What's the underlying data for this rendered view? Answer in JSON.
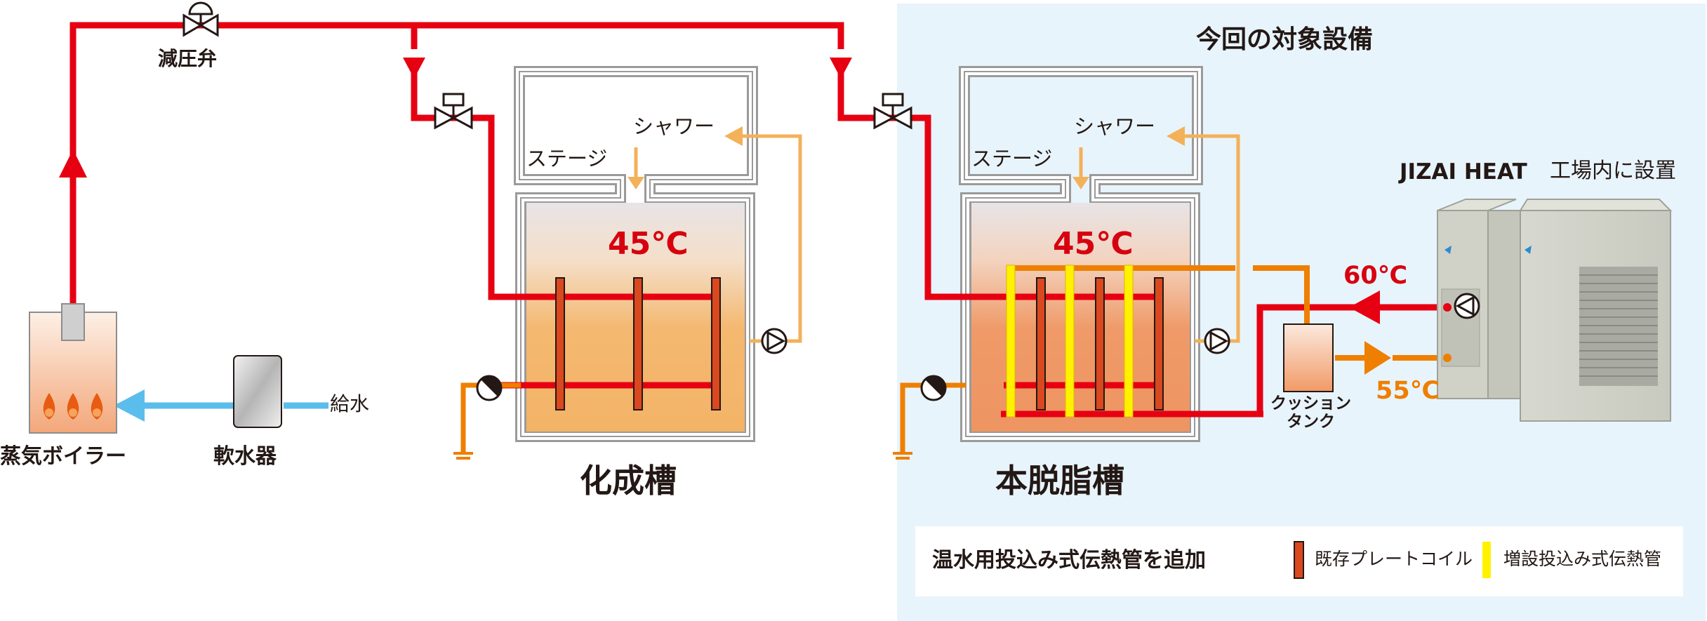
{
  "labels": {
    "target_equipment": "今回の対象設備",
    "pressure_valve": "減圧弁",
    "shower": "シャワー",
    "stage": "ステージ",
    "water_supply": "給水",
    "boiler": "蒸気ボイラー",
    "softener": "軟水器",
    "tank_left": "化成槽",
    "tank_right": "本脱脂槽",
    "cushion_tank": "クッション\nタンク",
    "jizai_brand": "JIZAI HEAT",
    "jizai_location": "工場内に設置",
    "legend_title": "温水用投込み式伝熱管を追加",
    "legend_existing": "既存プレートコイル",
    "legend_added": "増設投込み式伝熱管"
  },
  "temps": {
    "left_tank": "45℃",
    "right_tank": "45℃",
    "supply": "60℃",
    "return": "55℃"
  },
  "colors": {
    "steam": "#e60012",
    "hot_water": "#ee7f00",
    "shower_water": "#f3b15a",
    "feed_water": "#5bbdeb",
    "added_tube": "#fff100",
    "existing_coil": "#d9481f",
    "highlight_bg": "#e8f4fb",
    "temp_red": "#d7000f",
    "temp_orange": "#ee7f00"
  }
}
